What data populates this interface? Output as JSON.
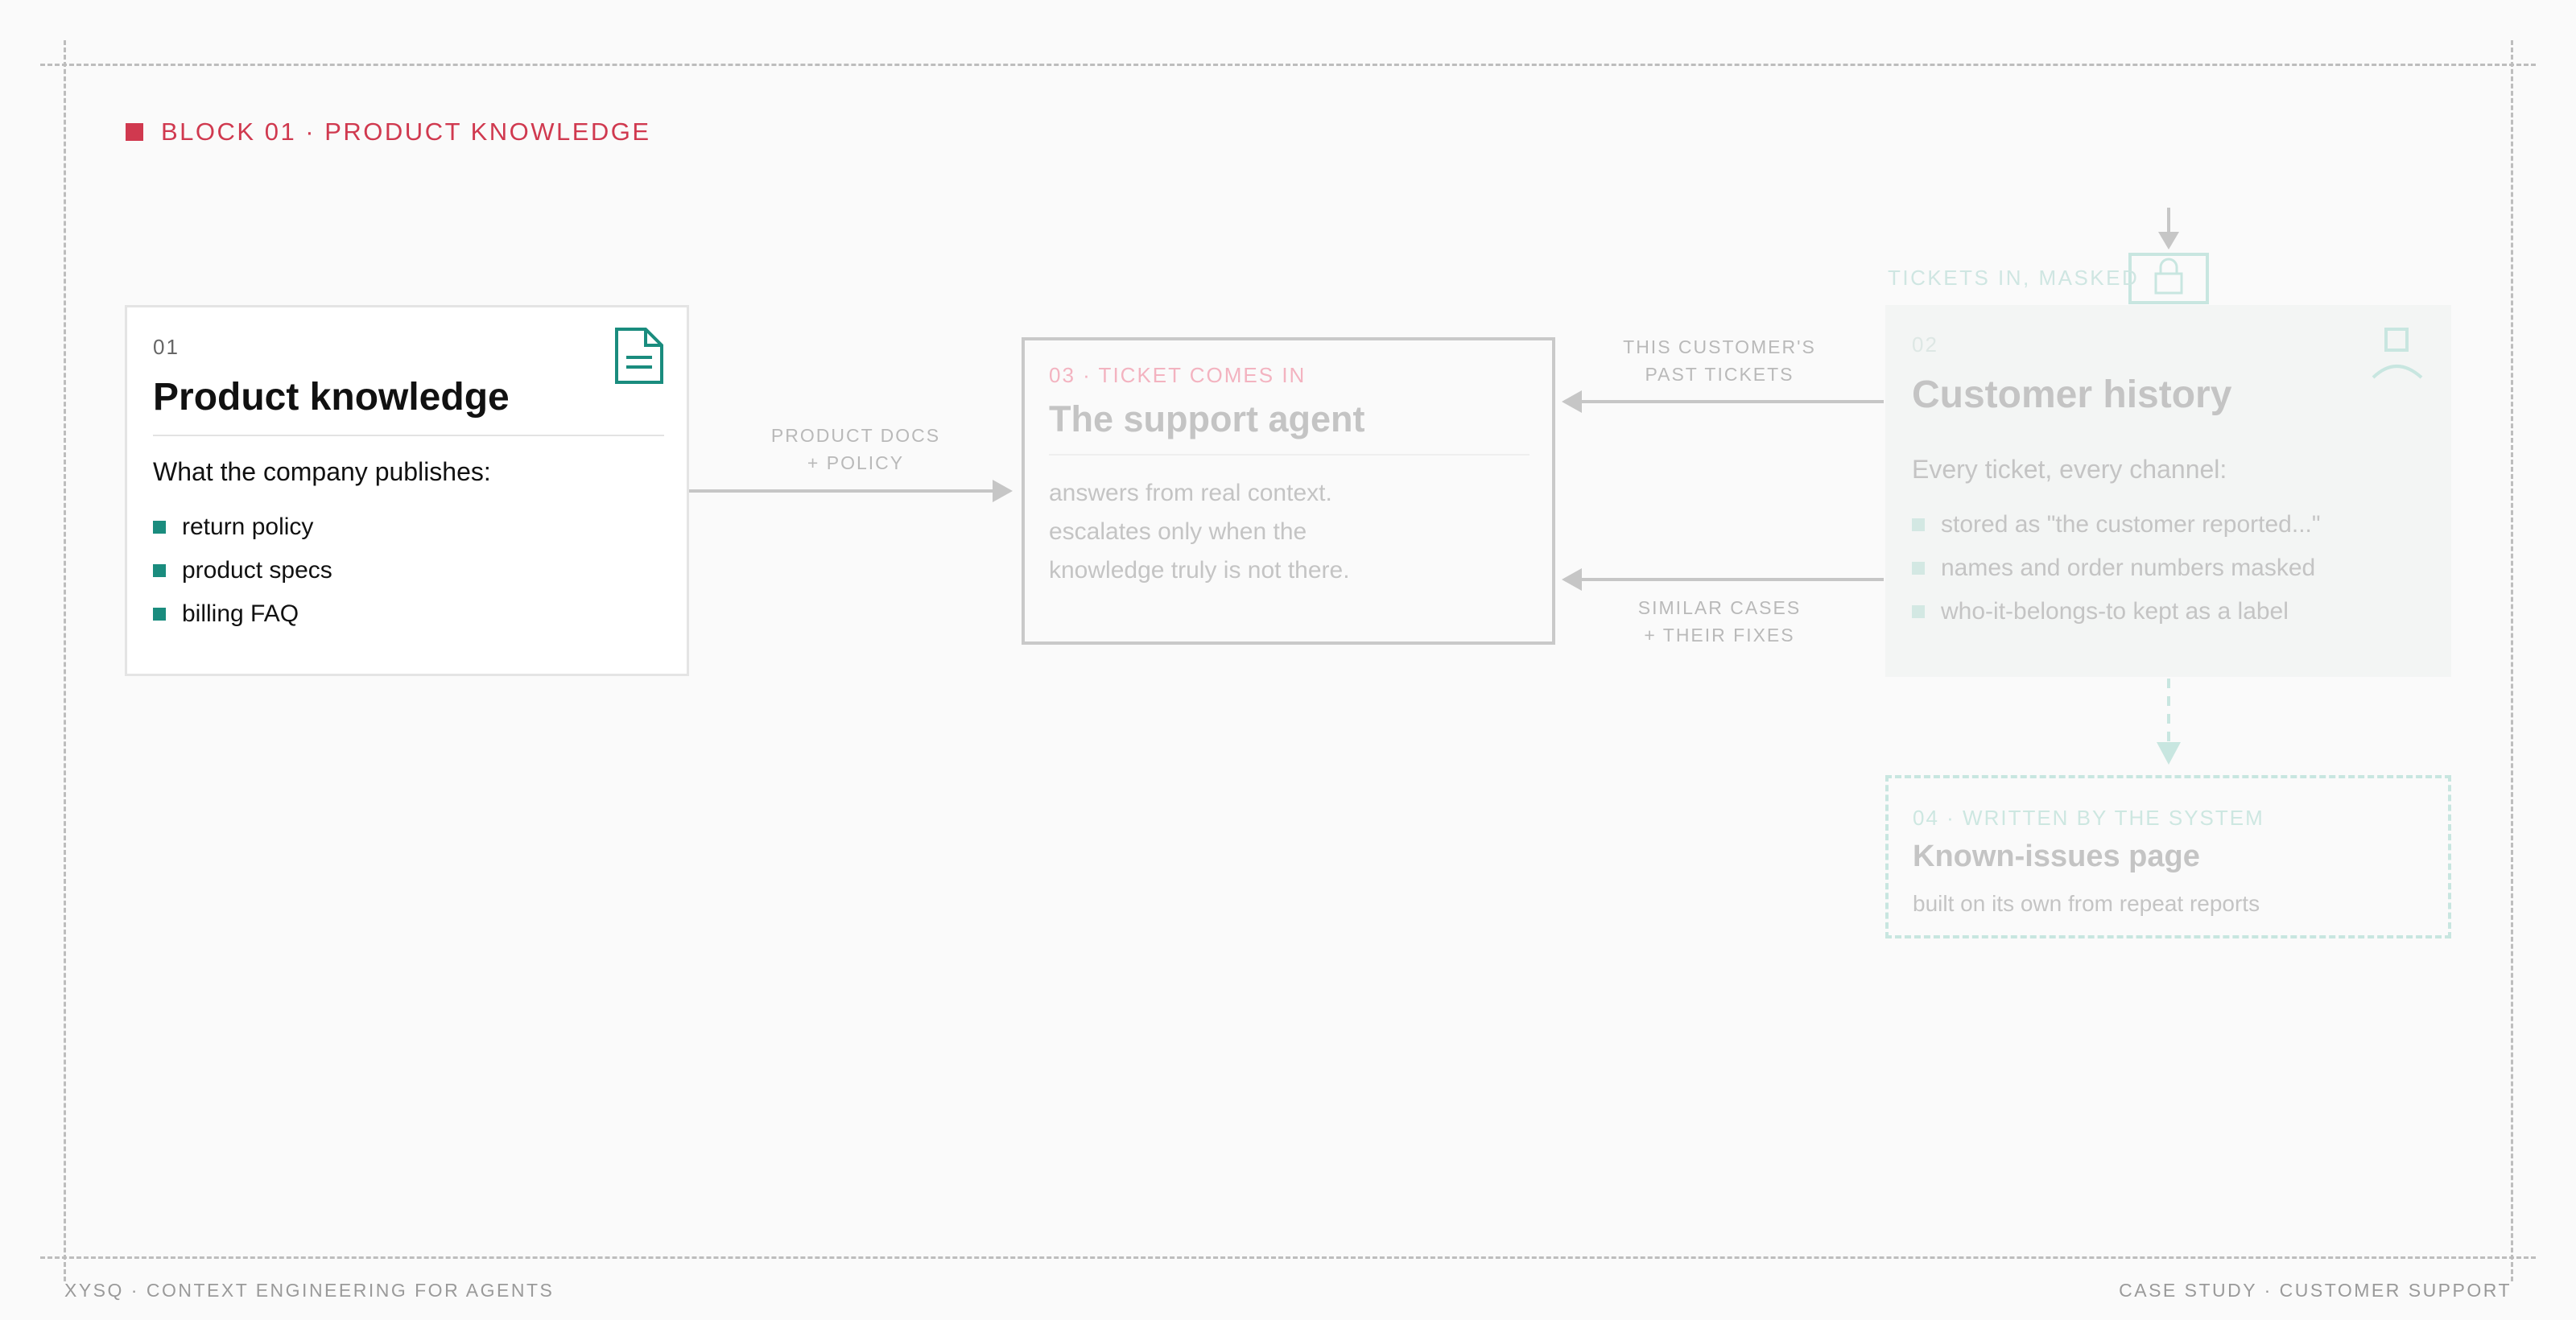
{
  "block_label": "BLOCK 01 · PRODUCT KNOWLEDGE",
  "colors": {
    "accent_red": "#d0394f",
    "teal": "#1a8c7e",
    "teal_faded": "#cde7e1",
    "pink_faded": "#f3b3c0",
    "grey_text": "#c4c4c4"
  },
  "product_knowledge": {
    "number": "01",
    "title": "Product knowledge",
    "lead": "What the company publishes:",
    "items": [
      "return policy",
      "product specs",
      "billing FAQ"
    ],
    "icon": "document-icon"
  },
  "support_agent": {
    "number": "03 · TICKET COMES IN",
    "title": "The support agent",
    "body": [
      "answers from real context.",
      "escalates only when the",
      "knowledge truly is not there."
    ]
  },
  "customer_history": {
    "number": "02",
    "title": "Customer history",
    "lead": "Every ticket, every channel:",
    "items": [
      "stored as \"the customer reported...\"",
      "names and order numbers masked",
      "who-it-belongs-to kept as a label"
    ],
    "icon": "person-icon"
  },
  "known_issues": {
    "number": "04 · WRITTEN BY THE SYSTEM",
    "title": "Known-issues page",
    "subtitle": "built on its own from repeat reports"
  },
  "edges": {
    "docs": [
      "PRODUCT DOCS",
      "+ POLICY"
    ],
    "past_tickets": [
      "THIS CUSTOMER'S",
      "PAST TICKETS"
    ],
    "similar_cases": [
      "SIMILAR CASES",
      "+ THEIR FIXES"
    ],
    "tickets_masked": "TICKETS IN, MASKED"
  },
  "footer": {
    "left": "XYSQ · CONTEXT ENGINEERING FOR AGENTS",
    "right": "CASE STUDY · CUSTOMER SUPPORT"
  }
}
